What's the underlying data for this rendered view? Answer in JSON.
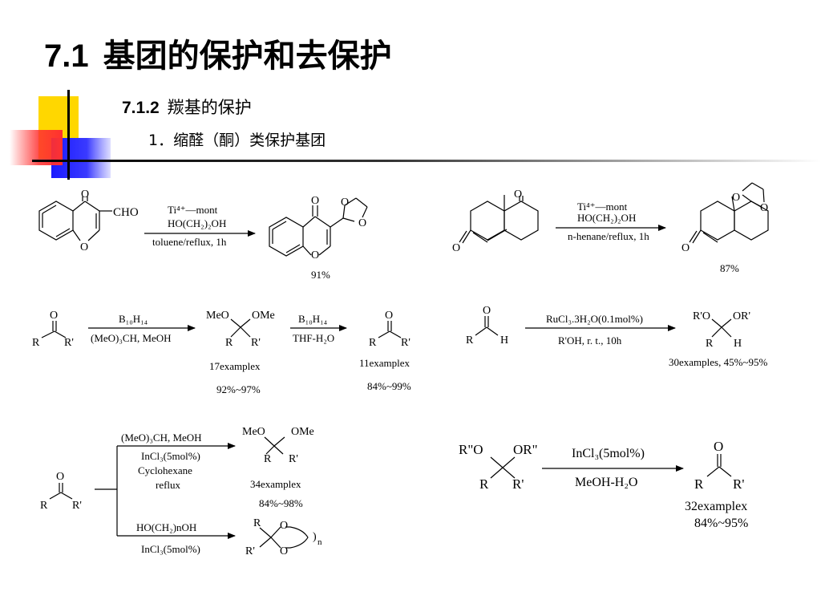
{
  "title": {
    "number": "7.1",
    "text": "基团的保护和去保护"
  },
  "subtitle": {
    "number": "7.1.2",
    "text": "羰基的保护"
  },
  "section": "1．缩醛（酮）类保护基团",
  "colors": {
    "yellow": "#ffd700",
    "red": "#ff3b3b",
    "blue": "#1a1aff",
    "rule": "#000000"
  },
  "r1": {
    "a": {
      "reactant": {
        "o": "O",
        "ring_o": "O",
        "group": "CHO"
      },
      "cond_top": "Ti⁴⁺—mont",
      "cond_mid": "HO(CH₂)₂OH",
      "cond_bottom": "toluene/reflux, 1h",
      "product": {
        "o": "O",
        "ring_o": "O",
        "ketal_o1": "O",
        "ketal_o2": "O"
      },
      "yield": "91%"
    },
    "b": {
      "reactant": {
        "o1": "O",
        "o2": "O"
      },
      "cond_top": "Ti⁴⁺—mont",
      "cond_mid": "HO(CH₂)₂OH",
      "cond_bottom": "n-henane/reflux, 1h",
      "product": {
        "o1": "O",
        "o2": "O",
        "o3": "O"
      },
      "yield": "87%"
    }
  },
  "r2": {
    "a": {
      "reactant": {
        "o": "O",
        "r": "R",
        "rp": "R'"
      },
      "arrow1_top": "B₁₀H₁₄",
      "arrow1_bottom": "(MeO)₃CH, MeOH",
      "ketal": {
        "meo": "MeO",
        "ome": "OMe",
        "r": "R",
        "rp": "R'"
      },
      "ketal_examples": "17examplex",
      "ketal_yield": "92%~97%",
      "arrow2_top": "B₁₀H₁₄",
      "arrow2_bottom": "THF-H₂O",
      "product": {
        "o": "O",
        "r": "R",
        "rp": "R'"
      },
      "product_examples": "11examplex",
      "product_yield": "84%~99%"
    },
    "b": {
      "reactant": {
        "o": "O",
        "r": "R",
        "h": "H"
      },
      "arrow_top": "RuCl₃.3H₂O(0.1mol%)",
      "arrow_bottom": "R'OH,  r. t., 10h",
      "product": {
        "orp1": "R'O",
        "orp2": "OR'",
        "r": "R",
        "h": "H"
      },
      "result": "30examples, 45%~95%"
    }
  },
  "r3": {
    "a": {
      "reactant": {
        "o": "O",
        "r": "R",
        "rp": "R'"
      },
      "upper_top": "(MeO)₃CH, MeOH",
      "upper_b1": "InCl₃(5mol%)",
      "upper_b2": "Cyclohexane",
      "upper_b3": "reflux",
      "upper_product": {
        "meo": "MeO",
        "ome": "OMe",
        "r": "R",
        "rp": "R'"
      },
      "upper_examples": "34examplex",
      "upper_yield": "84%~98%",
      "lower_top": "HO(CH₂)nOH",
      "lower_bottom": "InCl₃(5mol%)",
      "lower_product": {
        "r": "R",
        "rp": "R'",
        "o1": "O",
        "o2": "O",
        "n": "n"
      }
    },
    "b": {
      "reactant": {
        "orpp1": "R\"O",
        "orpp2": "OR\"",
        "r": "R",
        "rp": "R'"
      },
      "arrow_top": "InCl₃(5mol%)",
      "arrow_bottom": "MeOH-H₂O",
      "product": {
        "o": "O",
        "r": "R",
        "rp": "R'"
      },
      "examples": "32examplex",
      "yield": "84%~95%"
    }
  }
}
